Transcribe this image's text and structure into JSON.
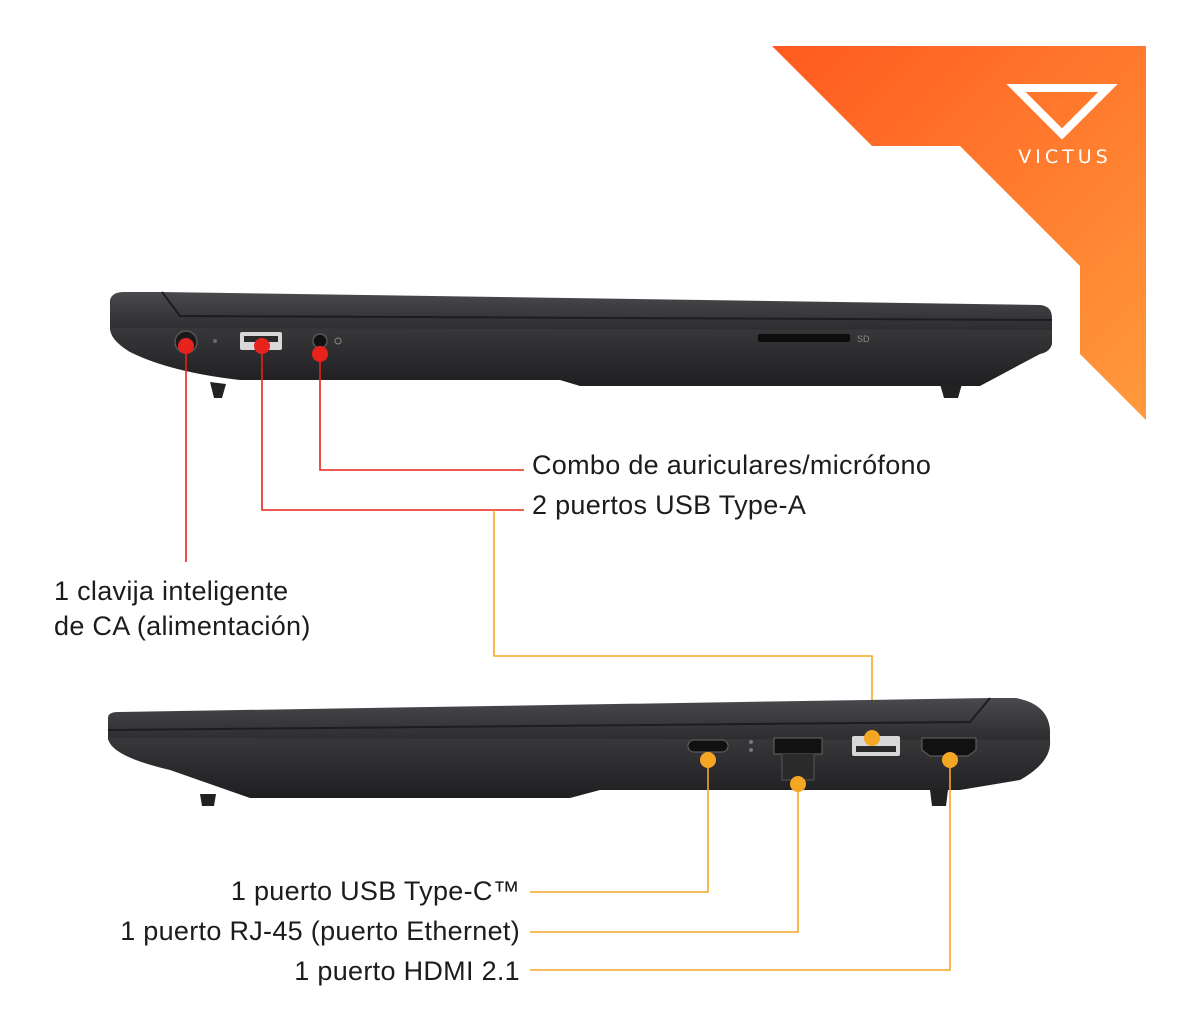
{
  "brand": {
    "name": "VICTUS",
    "accent_color": "#f26a1b",
    "accent_light": "#ff9a3c",
    "icon": "victus-v-logo-icon"
  },
  "laptop_left_side": {
    "sd_slot_label": "SD",
    "callouts": [
      {
        "id": "ac",
        "text": "1 clavija inteligente\nde CA (alimentación)",
        "color": "#e8221c"
      },
      {
        "id": "usb_a",
        "text": "2 puertos USB Type-A",
        "color": "#e8221c"
      },
      {
        "id": "headphone",
        "text": "Combo de auriculares/micrófono",
        "color": "#e8221c"
      }
    ]
  },
  "laptop_right_side": {
    "callouts": [
      {
        "id": "usb_c",
        "text": "1 puerto USB Type-C™",
        "color": "#f5a623"
      },
      {
        "id": "rj45",
        "text": "1 puerto RJ-45 (puerto Ethernet)",
        "color": "#f5a623"
      },
      {
        "id": "hdmi",
        "text": "1 puerto HDMI 2.1",
        "color": "#f5a623"
      }
    ]
  },
  "colors": {
    "laptop_body": "#2f2f31",
    "laptop_lid": "#3a3a3d",
    "red_callout": "#e8221c",
    "orange_callout": "#f5a623"
  }
}
